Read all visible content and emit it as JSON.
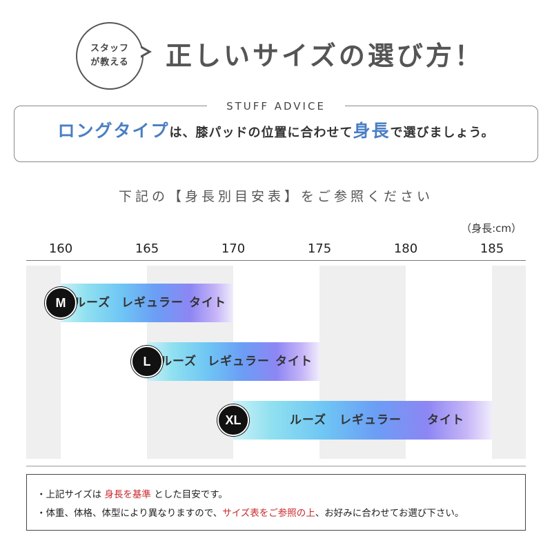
{
  "header": {
    "bubble_line1": "スタッフ",
    "bubble_line2": "が教える",
    "title": "正しいサイズの選び方！"
  },
  "advice": {
    "label": "STUFF ADVICE",
    "highlight1": "ロングタイプ",
    "text1": "は、膝パッドの位置に合わせて",
    "highlight2": "身長",
    "text2": "で選びましょう。"
  },
  "subtitle": "下記の【身長別目安表】をご参照ください",
  "chart_data": {
    "type": "table",
    "unit_label": "（身長:cm）",
    "ticks": [
      "160",
      "165",
      "170",
      "175",
      "180",
      "185"
    ],
    "rows": [
      {
        "size": "M",
        "start": 160,
        "end": 170,
        "fits": [
          "ルーズ",
          "レギュラー",
          "タイト"
        ]
      },
      {
        "size": "L",
        "start": 165,
        "end": 175,
        "fits": [
          "ルーズ",
          "レギュラー",
          "タイト"
        ]
      },
      {
        "size": "XL",
        "start": 170,
        "end": 185,
        "fits": [
          "ルーズ",
          "レギュラー",
          "タイト"
        ]
      }
    ]
  },
  "notes": {
    "line1_a": "・上記サイズは",
    "line1_red": "身長を基準",
    "line1_b": "とした目安です。",
    "line2_a": "・体重、体格、体型により異なりますので、",
    "line2_red": "サイズ表をご参照の上",
    "line2_b": "、お好みに合わせてお選び下さい。"
  },
  "colors": {
    "accent_blue": "#4a7ec4",
    "note_red": "#c8282c"
  }
}
